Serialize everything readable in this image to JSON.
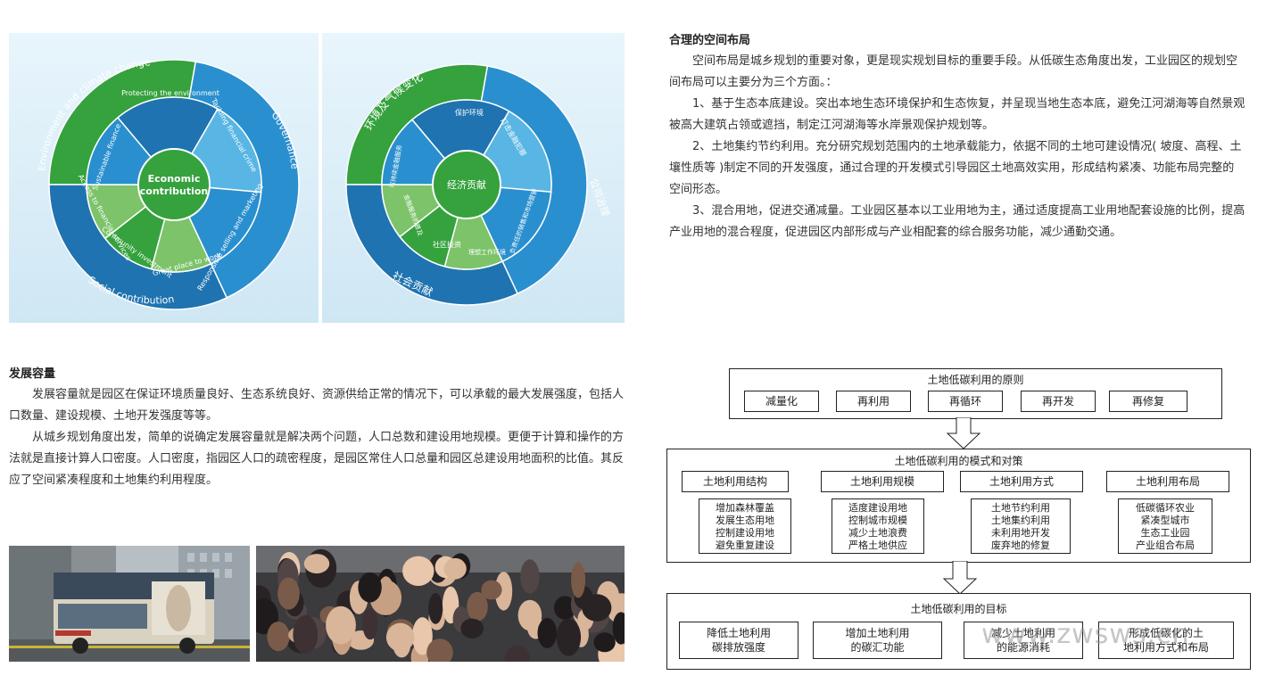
{
  "wheel_en": {
    "center": [
      "Economic",
      "contribution"
    ],
    "outer": [
      "Environment and climate change",
      "Governance",
      "Social contribution"
    ],
    "inner": [
      "Protecting the environment",
      "Tackling financial crime",
      "Responsible selling and marketing",
      "Great place to work",
      "Community investment",
      "Access to financial services",
      "Sustainable finance"
    ]
  },
  "wheel_cn": {
    "center": "经济贡献",
    "outer": [
      "环境及气候变化",
      "公司治理",
      "社会贡献"
    ],
    "inner": [
      "保护环境",
      "打击金融犯罪",
      "负责任的销售和市场营销",
      "理想工作环境",
      "社区投资",
      "金融服务的普及",
      "可持续金融服务"
    ]
  },
  "section_layout": {
    "title": "合理的空间布局",
    "paragraphs": [
      "空间布局是城乡规划的重要对象，更是现实规划目标的重要手段。从低碳生态角度出发，工业园区的规划空间布局可以主要分为三个方面。：",
      "1、基于生态本底建设。突出本地生态环境保护和生态恢复，并呈现当地生态本底，避免江河湖海等自然景观被高大建筑占领或遮挡，制定江河湖海等水岸景观保护规划等。",
      "2、土地集约节约利用。充分研究规划范围内的土地承载能力，依据不同的土地可建设情况( 坡度、高程、土壤性质等 )制定不同的开发强度，通过合理的开发模式引导园区土地高效实用，形成结构紧凑、功能布局完整的空间形态。",
      "3、混合用地，促进交通减量。工业园区基本以工业用地为主，通过适度提高工业用地配套设施的比例，提高产业用地的混合程度，促进园区内部形成与产业相配套的综合服务功能，减少通勤交通。"
    ]
  },
  "section_capacity": {
    "title": "发展容量",
    "paragraphs": [
      "发展容量就是园区在保证环境质量良好、生态系统良好、资源供给正常的情况下，可以承载的最大发展强度，包括人口数量、建设规模、土地开发强度等等。",
      "从城乡规划角度出发，简单的说确定发展容量就是解决两个问题，人口总数和建设用地规模。更便于计算和操作的方法就是直接计算人口密度。人口密度，指园区人口的疏密程度，是园区常住人口总量和园区总建设用地面积的比值。其反应了空间紧凑程度和土地集约利用程度。"
    ]
  },
  "flowchart": {
    "principles": {
      "title": "土地低碳利用的原则",
      "items": [
        "减量化",
        "再利用",
        "再循环",
        "再开发",
        "再修复"
      ]
    },
    "modes": {
      "title": "土地低碳利用的模式和对策",
      "columns": [
        {
          "head": "土地利用结构",
          "lines": [
            "增加森林覆盖",
            "发展生态用地",
            "控制建设用地",
            "避免重复建设"
          ]
        },
        {
          "head": "土地利用规模",
          "lines": [
            "适度建设用地",
            "控制城市规模",
            "减少土地浪费",
            "严格土地供应"
          ]
        },
        {
          "head": "土地利用方式",
          "lines": [
            "土地节约利用",
            "土地集约利用",
            "未利用地开发",
            "废弃地的修复"
          ]
        },
        {
          "head": "土地利用布局",
          "lines": [
            "低碳循环农业",
            "紧凑型城市",
            "生态工业园",
            "产业组合布局"
          ]
        }
      ]
    },
    "goals": {
      "title": "土地低碳利用的目标",
      "items": [
        [
          "降低土地利用",
          "碳排放强度"
        ],
        [
          "增加土地利用",
          "的碳汇功能"
        ],
        [
          "减少土地利用",
          "的能源消耗"
        ],
        [
          "形成低碳化的土",
          "地利用方式和布局"
        ]
      ]
    }
  },
  "watermark": "www.zwsws.cn",
  "colors": {
    "green_dark": "#35a23d",
    "green_light": "#7cc36a",
    "blue_dark": "#1f73b0",
    "blue_mid": "#2a8fcf",
    "blue_light": "#59b6e4",
    "panel_bg": "#dff0f9"
  }
}
